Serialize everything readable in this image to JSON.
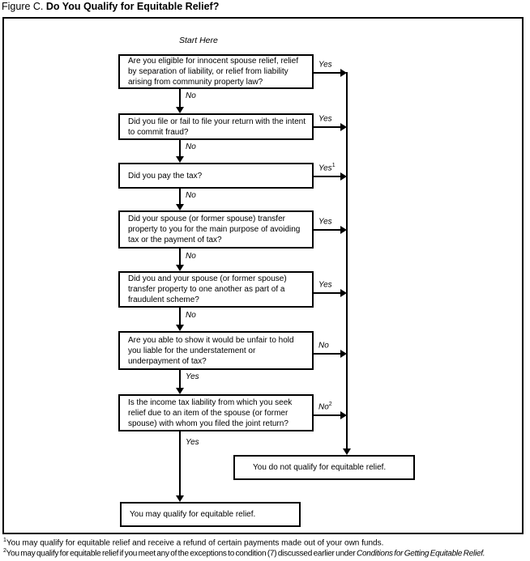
{
  "title": {
    "prefix": "Figure C. ",
    "main": "Do You Qualify for Equitable Relief?"
  },
  "flow": {
    "start_label": "Start Here",
    "questions": [
      {
        "text": "Are you eligible for innocent spouse relief, relief by separation of liability, or relief from liability arising from community property law?",
        "branch": {
          "label": "Yes",
          "sup": ""
        },
        "down": {
          "label": "No"
        }
      },
      {
        "text": "Did you file or fail to file your return with the intent to commit fraud?",
        "branch": {
          "label": "Yes",
          "sup": ""
        },
        "down": {
          "label": "No"
        }
      },
      {
        "text": "Did you pay the tax?",
        "branch": {
          "label": "Yes",
          "sup": "1"
        },
        "down": {
          "label": "No"
        }
      },
      {
        "text": "Did your spouse (or former spouse) transfer property to you for the main purpose of avoiding tax or the payment of tax?",
        "branch": {
          "label": "Yes",
          "sup": ""
        },
        "down": {
          "label": "No"
        }
      },
      {
        "text": "Did you and your spouse (or former spouse) transfer property to one another as part of a fraudulent scheme?",
        "branch": {
          "label": "Yes",
          "sup": ""
        },
        "down": {
          "label": "No"
        }
      },
      {
        "text": "Are you able to show it would be unfair to hold you liable for the understatement or underpayment of tax?",
        "branch": {
          "label": "No",
          "sup": ""
        },
        "down": {
          "label": "Yes"
        }
      },
      {
        "text": "Is the income tax liability from which you seek relief due to an item of the spouse (or former spouse) with whom you filed the joint return?",
        "branch": {
          "label": "No",
          "sup": "2"
        },
        "down": {
          "label": "Yes"
        }
      }
    ],
    "outcomes": {
      "negative": "You do not qualify for equitable relief.",
      "positive": "You may qualify for equitable relief."
    }
  },
  "footnotes": [
    {
      "sup": "1",
      "text": "You may qualify for equitable relief and receive a refund of certain payments made out of your own funds.",
      "italic": ""
    },
    {
      "sup": "2",
      "text": "You may qualify for equitable relief if you meet any of the exceptions to condition (7) discussed earlier under ",
      "italic": "Conditions for Getting Equitable Relief."
    }
  ],
  "colors": {
    "line": "#000000",
    "background": "#ffffff"
  }
}
